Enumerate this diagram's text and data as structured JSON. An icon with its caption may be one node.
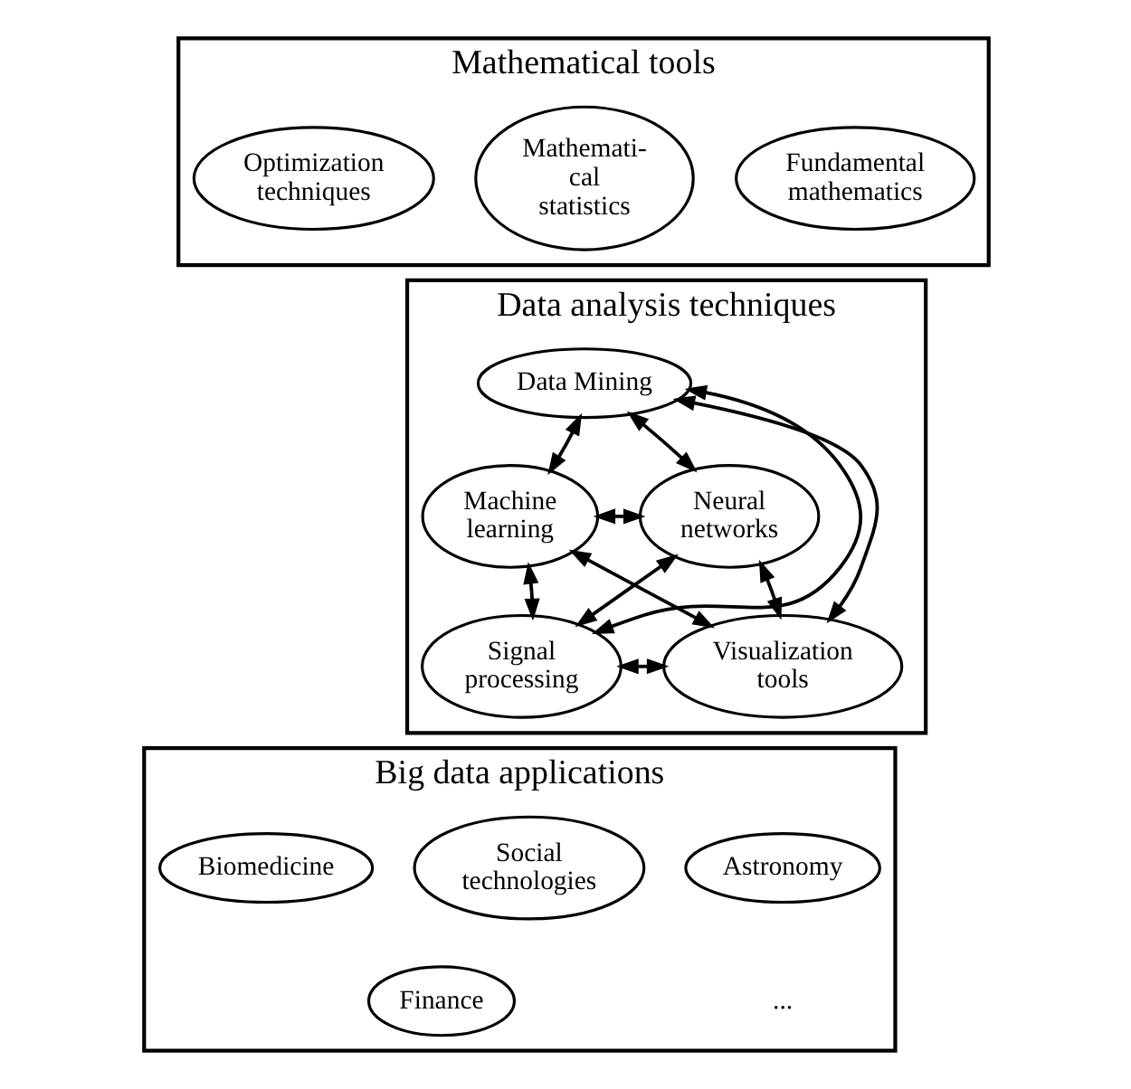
{
  "diagram": {
    "nodes": [
      {
        "text": [
          "Mathematical tools"
        ]
      },
      {
        "text": [
          "Fundamental mathematics"
        ],
        "in": 0
      },
      {
        "text": [
          "Mathemati- cal statistics"
        ],
        "in": 0
      },
      {
        "text": [
          "Optimization techniques"
        ],
        "in": 0
      },
      {
        "text": [
          "Data analysis techniques"
        ]
      },
      {
        "text": [
          "Data Mining"
        ],
        "in": 4
      },
      {
        "text": [
          "Machine learning"
        ],
        "in": 4
      },
      {
        "text": [
          "Neural networks"
        ],
        "in": 4
      },
      {
        "text": [
          "Signal processing"
        ],
        "in": 4
      },
      {
        "text": [
          "Visualization tools"
        ],
        "in": 4
      },
      {
        "text": [
          "Big data applications"
        ]
      },
      {
        "text": [
          "Social technologies"
        ],
        "in": 10
      },
      {
        "text": [
          "Biomedicine"
        ],
        "in": 10
      },
      {
        "text": [
          "Astronomy"
        ],
        "in": 10
      },
      {
        "text": [
          "Finance"
        ],
        "in": 10
      }
    ],
    "edges": [
      {
        "from": 6,
        "to": 5,
        "arrow": "both"
      },
      {
        "from": 5,
        "to": 7,
        "arrow": "both"
      },
      {
        "from": 6,
        "to": 7,
        "arrow": "both"
      },
      {
        "from": 6,
        "to": 8,
        "arrow": "both"
      },
      {
        "from": 8,
        "to": 9,
        "arrow": "both"
      },
      {
        "from": 9,
        "to": 7,
        "arrow": "both"
      },
      {
        "from": 5,
        "to": 8,
        "arrow": "both"
      },
      {
        "from": 6,
        "to": 9,
        "arrow": "both"
      },
      {
        "from": 5,
        "to": 9,
        "arrow": "both"
      },
      {
        "from": 8,
        "to": 7,
        "arrow": "both"
      }
    ],
    "labels": [
      "..."
    ]
  }
}
